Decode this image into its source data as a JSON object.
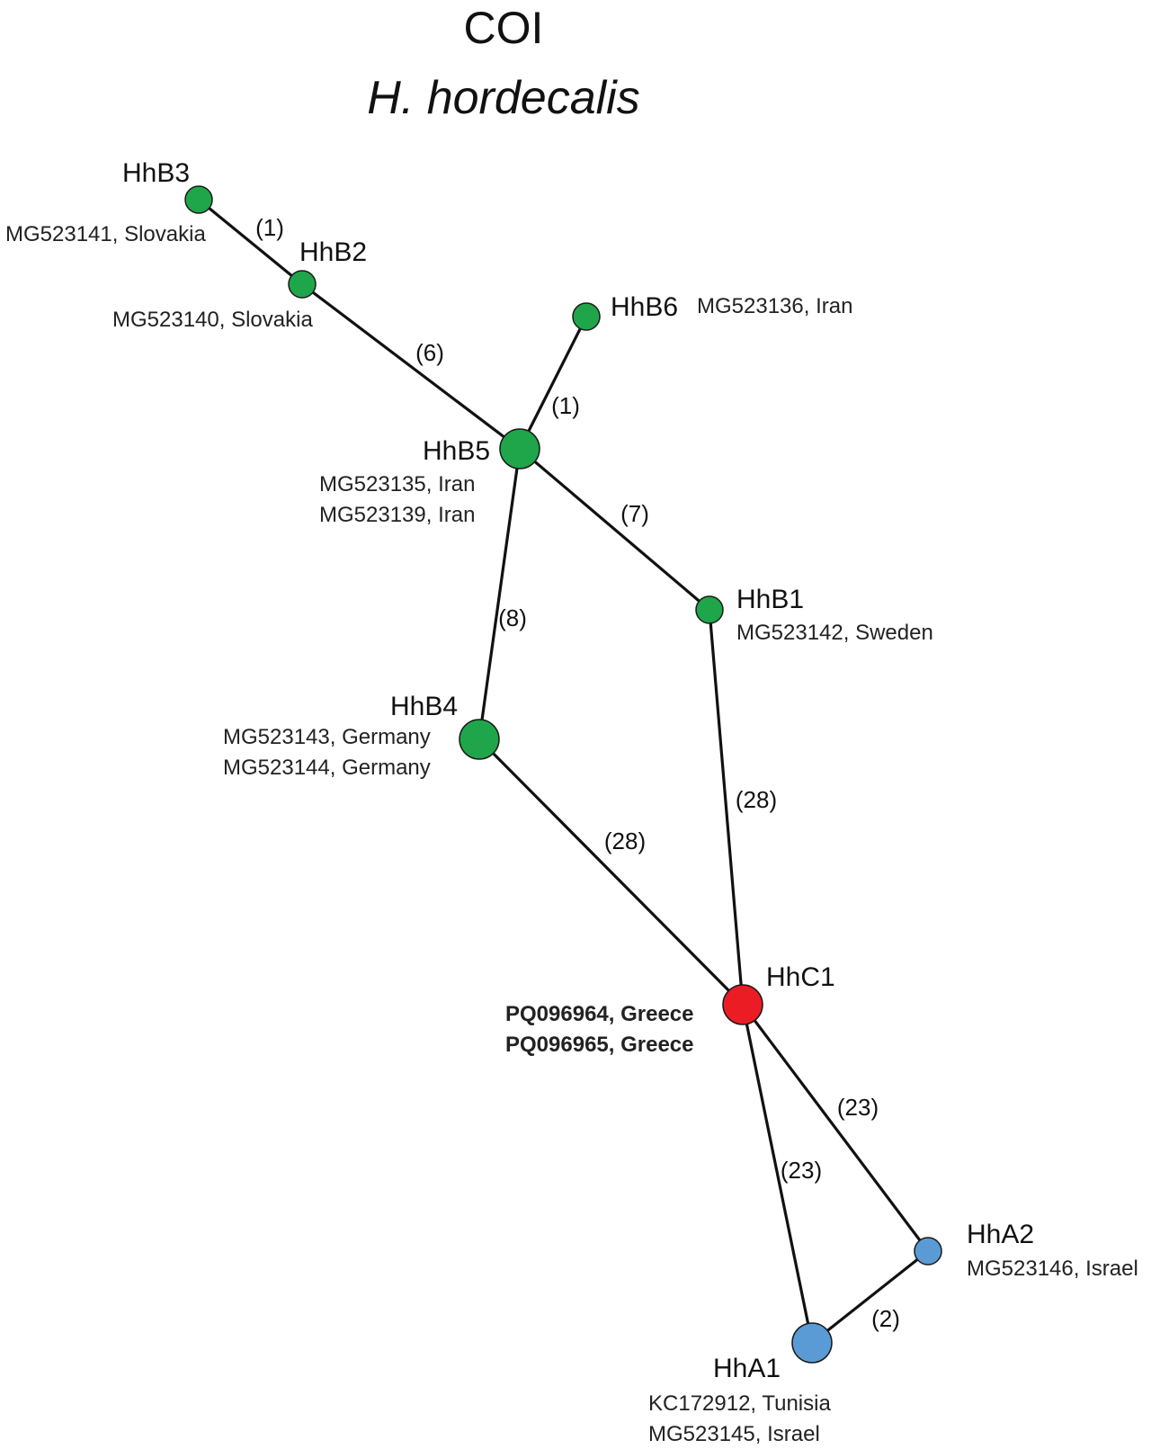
{
  "title": "COI",
  "subtitle": "H. hordecalis",
  "colors": {
    "group_b": "#1fa64a",
    "group_c": "#ec1c24",
    "group_a": "#5b9bd5",
    "edge": "#111111"
  },
  "haplotypes": [
    {
      "id": "HhB3",
      "group": "group_b",
      "samples": 1,
      "accessions": [
        "MG523141, Slovakia"
      ]
    },
    {
      "id": "HhB2",
      "group": "group_b",
      "samples": 1,
      "accessions": [
        "MG523140, Slovakia"
      ]
    },
    {
      "id": "HhB6",
      "group": "group_b",
      "samples": 1,
      "accessions": [
        "MG523136, Iran"
      ]
    },
    {
      "id": "HhB5",
      "group": "group_b",
      "samples": 2,
      "accessions": [
        "MG523135, Iran",
        "MG523139, Iran"
      ]
    },
    {
      "id": "HhB1",
      "group": "group_b",
      "samples": 1,
      "accessions": [
        "MG523142, Sweden"
      ]
    },
    {
      "id": "HhB4",
      "group": "group_b",
      "samples": 2,
      "accessions": [
        "MG523143, Germany",
        "MG523144, Germany"
      ]
    },
    {
      "id": "HhC1",
      "group": "group_c",
      "samples": 2,
      "accessions": [
        "PQ096964, Greece",
        "PQ096965, Greece"
      ],
      "bold": true
    },
    {
      "id": "HhA2",
      "group": "group_a",
      "samples": 1,
      "accessions": [
        "MG523146, Israel"
      ]
    },
    {
      "id": "HhA1",
      "group": "group_a",
      "samples": 2,
      "accessions": [
        "KC172912, Tunisia",
        "MG523145, Israel"
      ]
    }
  ],
  "edges": [
    {
      "from": "HhB3",
      "to": "HhB2",
      "label": "(1)"
    },
    {
      "from": "HhB2",
      "to": "HhB5",
      "label": "(6)"
    },
    {
      "from": "HhB6",
      "to": "HhB5",
      "label": "(1)"
    },
    {
      "from": "HhB5",
      "to": "HhB1",
      "label": "(7)"
    },
    {
      "from": "HhB5",
      "to": "HhB4",
      "label": "(8)"
    },
    {
      "from": "HhB1",
      "to": "HhC1",
      "label": "(28)"
    },
    {
      "from": "HhB4",
      "to": "HhC1",
      "label": "(28)"
    },
    {
      "from": "HhC1",
      "to": "HhA2",
      "label": "(23)"
    },
    {
      "from": "HhC1",
      "to": "HhA1",
      "label": "(23)"
    },
    {
      "from": "HhA1",
      "to": "HhA2",
      "label": "(2)"
    }
  ]
}
